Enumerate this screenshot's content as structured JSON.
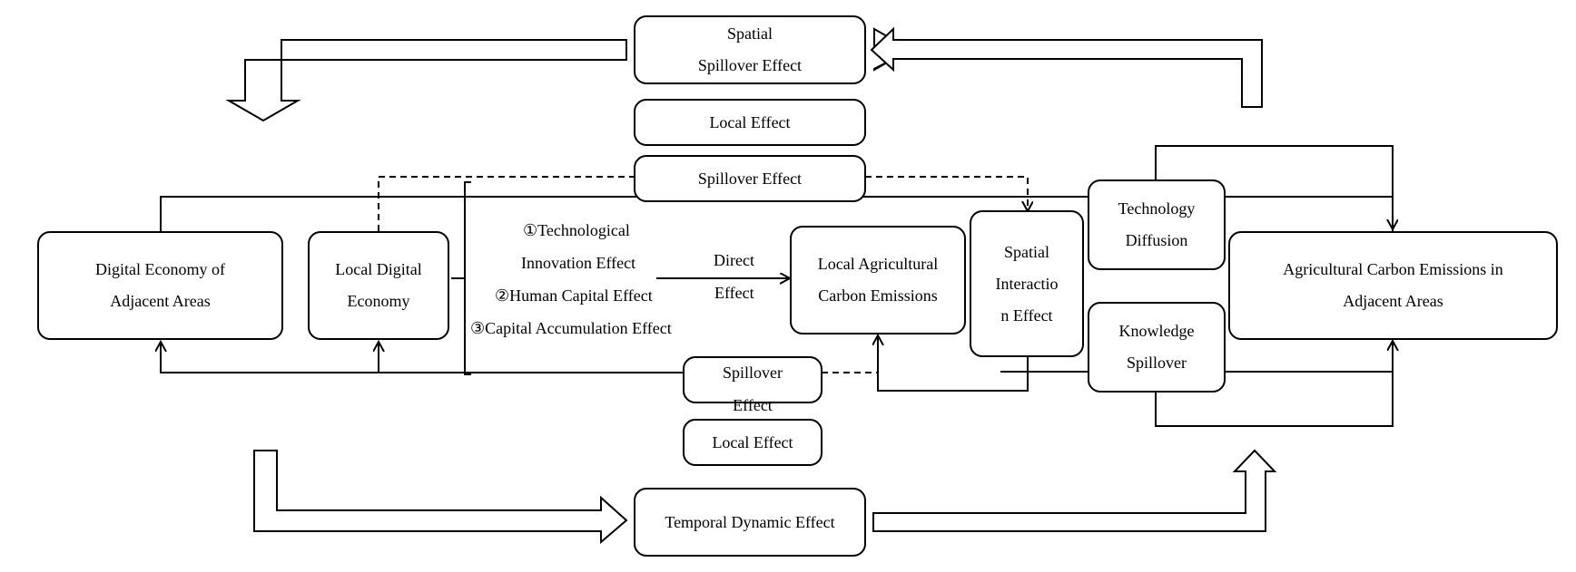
{
  "boxes": {
    "spatial_spillover": [
      "Spatial",
      "Spillover Effect"
    ],
    "local_effect_top": "Local Effect",
    "spillover_effect_top": "Spillover Effect",
    "digital_adjacent": [
      "Digital Economy of",
      "Adjacent Areas"
    ],
    "local_digital": [
      "Local Digital",
      "Economy"
    ],
    "local_agri": [
      "Local Agricultural",
      "Carbon Emissions"
    ],
    "spatial_interaction": [
      "Spatial",
      "Interactio",
      "n Effect"
    ],
    "tech_diffusion": [
      "Technology",
      "Diffusion"
    ],
    "knowledge_spillover": [
      "Knowledge",
      "Spillover"
    ],
    "agri_adjacent": [
      "Agricultural Carbon Emissions in",
      "Adjacent Areas"
    ],
    "spillover_effect_bottom": [
      "Spillover",
      "Effect"
    ],
    "local_effect_bottom": "Local Effect",
    "temporal_dynamic": "Temporal Dynamic Effect"
  },
  "mechanisms": [
    "①Technological",
    "Innovation Effect",
    "②Human Capital Effect",
    "③Capital Accumulation Effect"
  ],
  "direct_effect": [
    "Direct",
    "Effect"
  ]
}
